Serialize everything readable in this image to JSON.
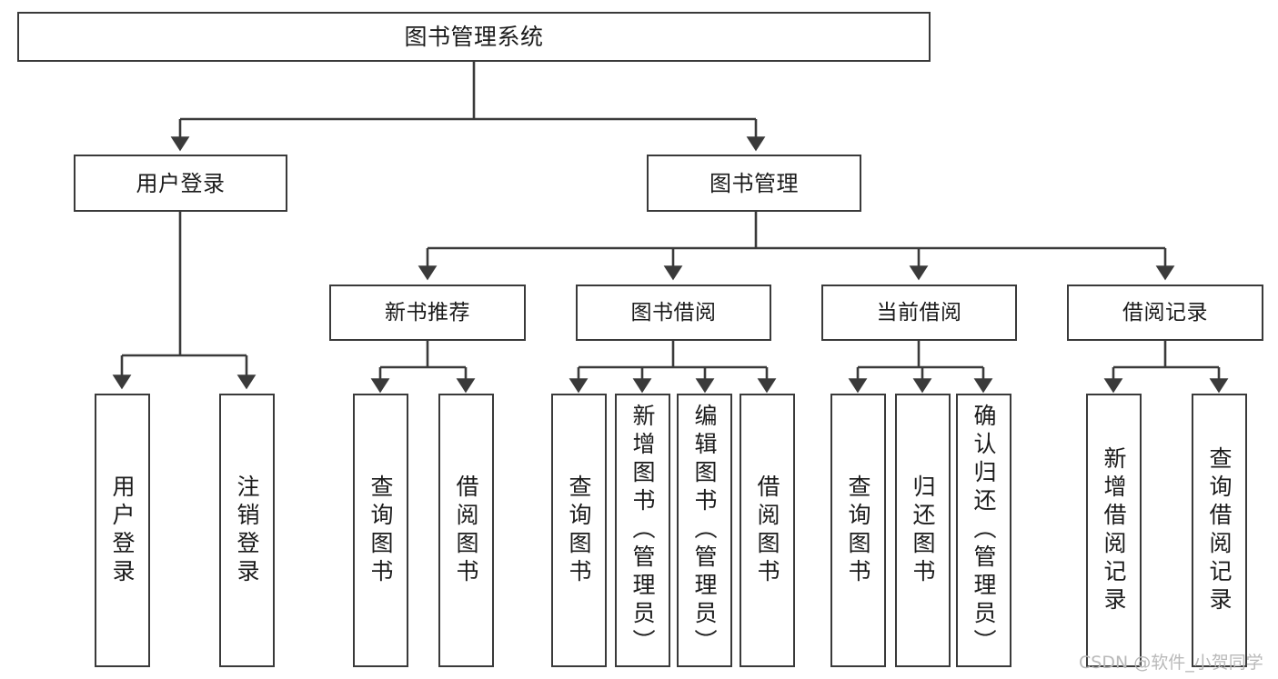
{
  "diagram": {
    "title": "图书管理系统",
    "type": "tree-hierarchy",
    "root": {
      "label": "图书管理系统"
    },
    "level2": [
      {
        "label": "用户登录"
      },
      {
        "label": "图书管理"
      }
    ],
    "level3": [
      {
        "label": "新书推荐"
      },
      {
        "label": "图书借阅"
      },
      {
        "label": "当前借阅"
      },
      {
        "label": "借阅记录"
      }
    ],
    "leaves": {
      "user_login": [
        {
          "label": "用户登录"
        },
        {
          "label": "注销登录"
        }
      ],
      "new_book_recommend": [
        {
          "label": "查询图书"
        },
        {
          "label": "借阅图书"
        }
      ],
      "book_borrow": [
        {
          "label": "查询图书"
        },
        {
          "label": "新增图书（管理员）"
        },
        {
          "label": "编辑图书（管理员）"
        },
        {
          "label": "借阅图书"
        }
      ],
      "current_borrow": [
        {
          "label": "查询图书"
        },
        {
          "label": "归还图书"
        },
        {
          "label": "确认归还（管理员）"
        }
      ],
      "borrow_record": [
        {
          "label": "新增借阅记录"
        },
        {
          "label": "查询借阅记录"
        }
      ]
    }
  },
  "watermark": {
    "text": "CSDN @软件_小贺同学"
  },
  "colors": {
    "stroke": "#3a3a3a",
    "background": "#ffffff",
    "text": "#1b1b1b",
    "watermark": "#b9b9b9"
  }
}
